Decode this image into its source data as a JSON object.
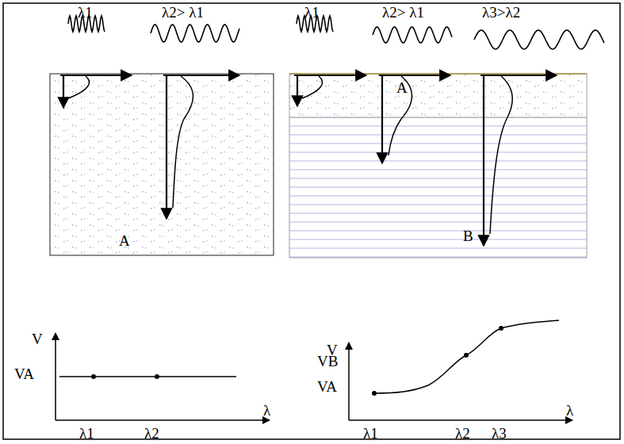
{
  "diagram": {
    "labels": [
      "λ1",
      "λ2> λ1",
      "A",
      "λ1",
      "λ2> λ1",
      "λ3>λ2",
      "A",
      "B",
      "V",
      "VA",
      "λ1",
      "λ2",
      "λ",
      "V",
      "VB",
      "VA",
      "λ1",
      "λ2",
      "λ3",
      "λ"
    ]
  }
}
